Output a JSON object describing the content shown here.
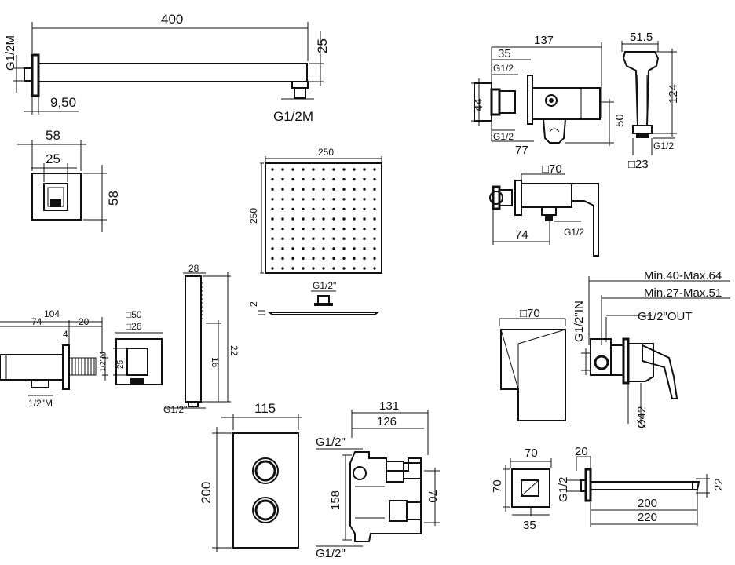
{
  "shower_arm": {
    "length": "400",
    "height": "25",
    "inlet_thread": "G1/2M",
    "wall_offset": "9,50",
    "outlet_thread": "G1/2M"
  },
  "arm_flange": {
    "outer_width": "58",
    "inner_width": "25",
    "height": "58"
  },
  "shower_head": {
    "width": "250",
    "height": "250",
    "thickness": "2",
    "thread": "G1/2\""
  },
  "wall_outlet": {
    "total_length": "104",
    "body_length": "74",
    "thread_length": "20",
    "offset": "4",
    "thread_height": "25",
    "side_thread": "1/2\"M",
    "bottom_thread": "1/2\"M",
    "plate_outer": "□50",
    "plate_inner": "□26",
    "plate_height": "25"
  },
  "hand_shower": {
    "width": "28",
    "length": "22",
    "head_length": "16",
    "thread": "G1/2\""
  },
  "thermostatic_plate": {
    "width": "115",
    "height": "200"
  },
  "concealed_body": {
    "width_total": "131",
    "width_inner": "126",
    "height": "158",
    "depth": "70",
    "top_thread": "G1/2\"",
    "bottom_thread": "G1/2\""
  },
  "bidet_valve": {
    "total_length": "137",
    "handle_offset": "35",
    "top_thread": "G1/2",
    "bottom_thread": "G1/2",
    "height": "44",
    "body_to_outlet": "77",
    "outlet_height": "50"
  },
  "bidet_spray": {
    "width": "51.5",
    "height": "124",
    "thread": "G1/2",
    "base": "□23"
  },
  "bidet_mixer": {
    "plate": "□70",
    "depth": "74",
    "thread": "G1/2"
  },
  "shower_mixer": {
    "plate": "□70",
    "depth_range_1": "Min.40-Max.64",
    "depth_range_2": "Min.27-Max.51",
    "inlet": "G1/2\"IN",
    "outlet": "G1/2\"OUT",
    "diameter": "Ø42"
  },
  "spout": {
    "plate_width": "70",
    "plate_height": "70",
    "inner_offset": "35",
    "thread": "G1/2",
    "plate_depth": "20",
    "length": "200",
    "total_length": "220",
    "height": "22"
  }
}
